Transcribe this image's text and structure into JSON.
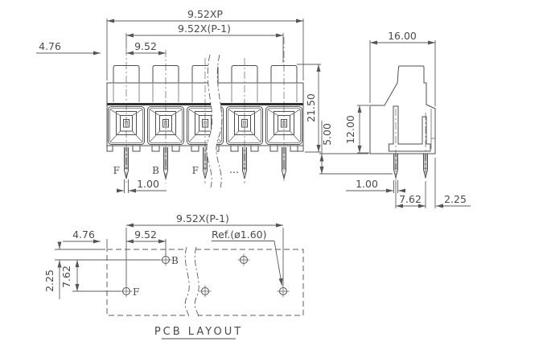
{
  "drawing": {
    "front_view": {
      "dim_total_pitch": "9.52XP",
      "dim_span": "9.52X(P-1)",
      "dim_pitch": "9.52",
      "dim_half_pitch": "4.76",
      "dim_height": "21.50",
      "dim_pin_width": "1.00",
      "pin_labels": [
        "F",
        "B",
        "F"
      ],
      "ellipsis": "..."
    },
    "side_view": {
      "dim_depth": "16.00",
      "dim_body_height": "12.00",
      "dim_pin_section": "5.00",
      "dim_pin_width": "1.00",
      "dim_row_spacing": "7.62",
      "dim_back_offset": "2.25"
    },
    "pcb_layout": {
      "dim_span": "9.52X(P-1)",
      "dim_half_pitch": "4.76",
      "dim_pitch": "9.52",
      "hole_ref": "Ref.(ø1.60)",
      "dim_top_offset": "2.25",
      "dim_row_spacing": "7.62",
      "label_b": "B",
      "label_f": "F",
      "caption": "PCB LAYOUT"
    },
    "colors": {
      "line": "#4f4f4f",
      "dim": "#5c5c5c",
      "background": "#ffffff"
    }
  }
}
